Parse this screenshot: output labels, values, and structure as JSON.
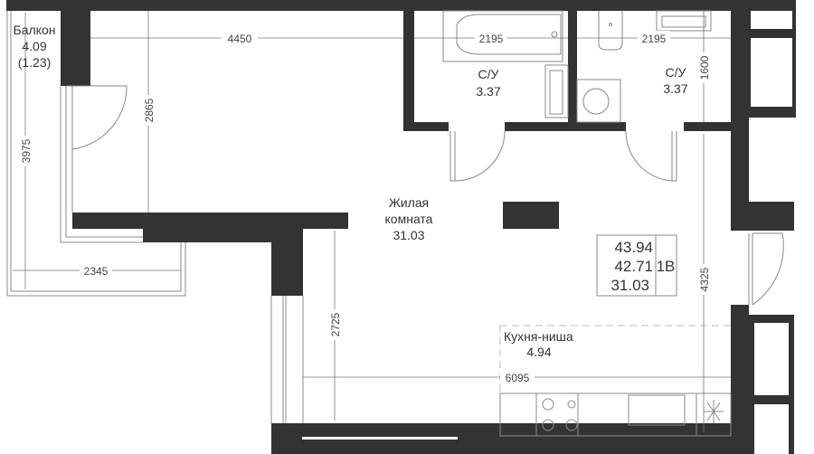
{
  "rooms": {
    "balcony": {
      "name": "Балкон",
      "area": "4.09",
      "coef_area": "(1.23)"
    },
    "bath1": {
      "name": "С/У",
      "area": "3.37"
    },
    "bath2": {
      "name": "С/У",
      "area": "3.37"
    },
    "living": {
      "name_line1": "Жилая",
      "name_line2": "комната",
      "area": "31.03"
    },
    "kitchen": {
      "name": "Кухня-ниша",
      "area": "4.94"
    }
  },
  "dimensions": {
    "top_living": "4450",
    "bath1_width": "2195",
    "bath2_width": "2195",
    "bath2_depth": "1600",
    "living_upper_height": "2865",
    "balcony_height": "3975",
    "balcony_width": "2345",
    "living_lower_height": "2725",
    "kitchen_height": "4325",
    "bottom_width": "6095"
  },
  "summary": {
    "total_area": "43.94",
    "living_area_total": "42.71",
    "living_area": "31.03",
    "type": "1В"
  },
  "colors": {
    "wall": "#333333",
    "line": "#888888"
  }
}
